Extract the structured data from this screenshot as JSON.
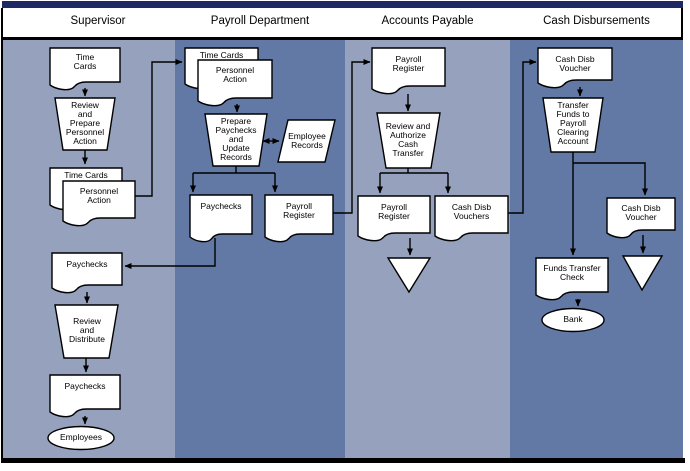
{
  "colors": {
    "top_bar": "#1c2a63",
    "lane_light": "#95a1bd",
    "lane_dark": "#6179a4",
    "shape_fill": "#ffffff",
    "shape_stroke": "#000000"
  },
  "lanes": [
    {
      "title": "Supervisor",
      "nodes": [
        {
          "type": "document",
          "label": "Time\nCards"
        },
        {
          "type": "manual-operation",
          "label": "Review\nand\nPrepare\nPersonnel\nAction"
        },
        {
          "type": "document",
          "label": "Time Cards"
        },
        {
          "type": "document",
          "label": "Personnel\nAction"
        },
        {
          "type": "document",
          "label": "Paychecks"
        },
        {
          "type": "manual-operation",
          "label": "Review\nand\nDistribute"
        },
        {
          "type": "document",
          "label": "Paychecks"
        },
        {
          "type": "terminator",
          "label": "Employees"
        }
      ]
    },
    {
      "title": "Payroll Department",
      "nodes": [
        {
          "type": "document",
          "label": "Time Cards"
        },
        {
          "type": "document",
          "label": "Personnel\nAction"
        },
        {
          "type": "manual-operation",
          "label": "Prepare\nPaychecks\nand\nUpdate\nRecords"
        },
        {
          "type": "data",
          "label": "Employee\nRecords"
        },
        {
          "type": "document",
          "label": "Paychecks"
        },
        {
          "type": "document",
          "label": "Payroll\nRegister"
        }
      ]
    },
    {
      "title": "Accounts Payable",
      "nodes": [
        {
          "type": "document",
          "label": "Payroll\nRegister"
        },
        {
          "type": "manual-operation",
          "label": "Review and\nAuthorize\nCash\nTransfer"
        },
        {
          "type": "document",
          "label": "Payroll\nRegister"
        },
        {
          "type": "document",
          "label": "Cash Disb\nVouchers"
        },
        {
          "type": "file-symbol",
          "label": ""
        }
      ]
    },
    {
      "title": "Cash Disbursements",
      "nodes": [
        {
          "type": "document",
          "label": "Cash Disb\nVoucher"
        },
        {
          "type": "manual-operation",
          "label": "Transfer\nFunds to\nPayroll\nClearing\nAccount"
        },
        {
          "type": "document",
          "label": "Cash Disb\nVoucher"
        },
        {
          "type": "file-symbol",
          "label": ""
        },
        {
          "type": "document",
          "label": "Funds Transfer\nCheck"
        },
        {
          "type": "terminator",
          "label": "Bank"
        }
      ]
    }
  ]
}
